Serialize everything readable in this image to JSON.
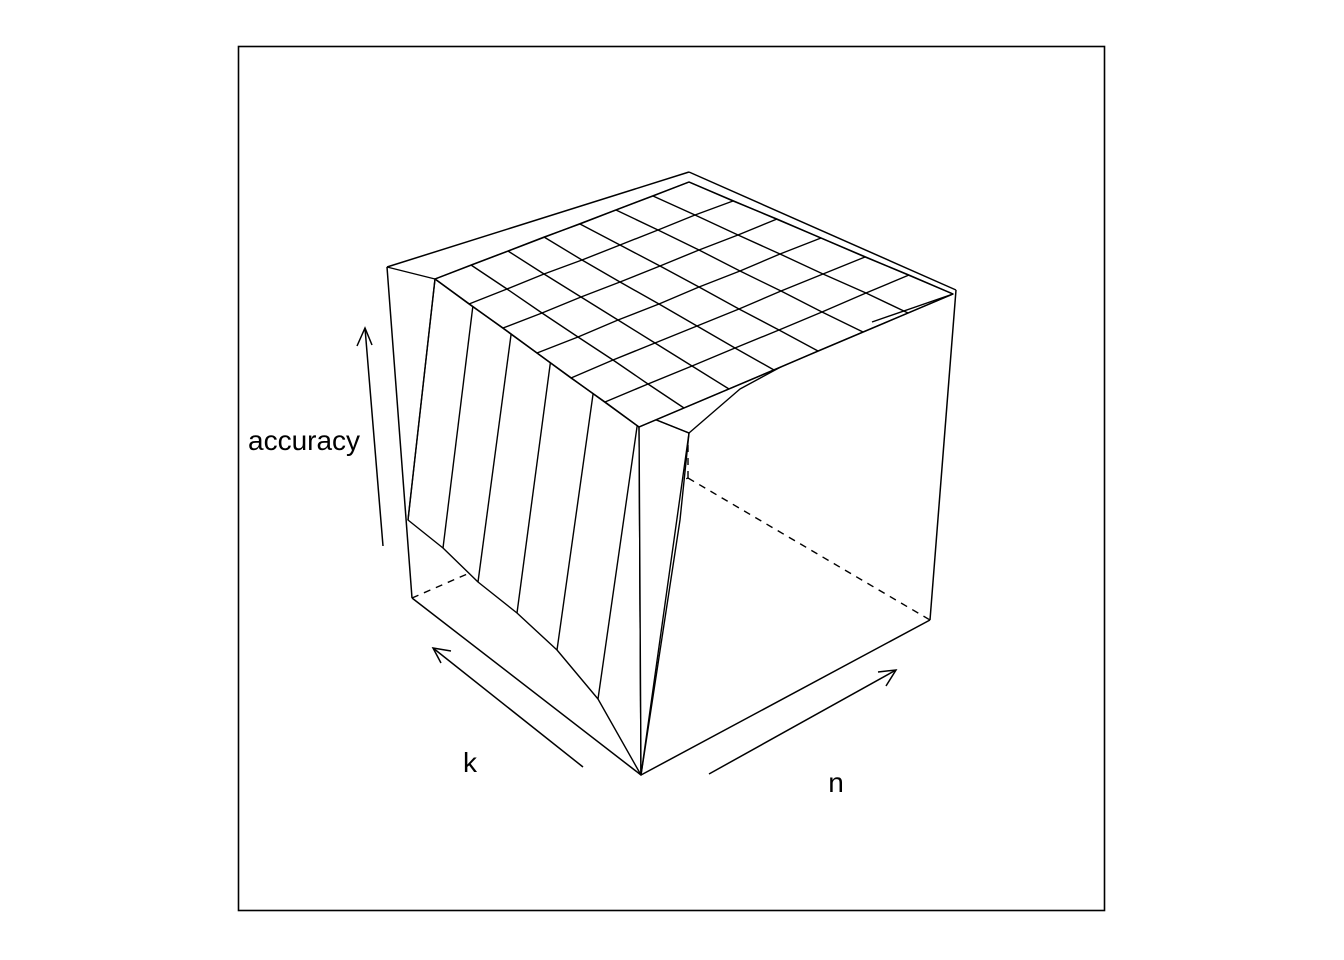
{
  "chart_data": {
    "type": "surface",
    "title": "",
    "xlabel": "n",
    "ylabel": "k",
    "zlabel": "accuracy",
    "box": true,
    "axes_ticks": false,
    "surface_style": "wireframe",
    "line_color": "#000000",
    "background": "#ffffff"
  }
}
